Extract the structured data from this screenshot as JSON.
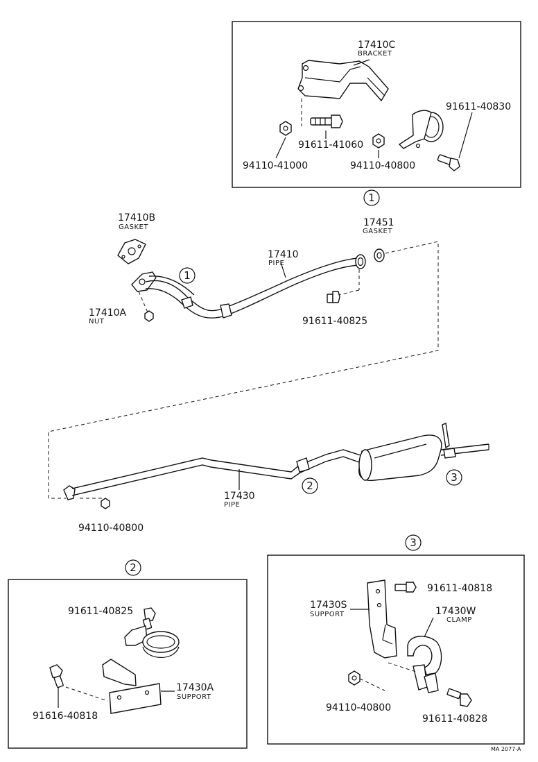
{
  "labels": {
    "p17410C": {
      "num": "17410C",
      "name": "BRACKET"
    },
    "p91611_40830": {
      "num": "91611-40830"
    },
    "p91611_41060": {
      "num": "91611-41060"
    },
    "p94110_41000": {
      "num": "94110-41000"
    },
    "p94110_40800_top": {
      "num": "94110-40800"
    },
    "p17410B": {
      "num": "17410B",
      "name": "GASKET"
    },
    "p17451": {
      "num": "17451",
      "name": "GASKET"
    },
    "p17410": {
      "num": "17410",
      "name": "PIPE"
    },
    "p17410A": {
      "num": "17410A",
      "name": "NUT"
    },
    "p91611_40825_mid": {
      "num": "91611-40825"
    },
    "p17430": {
      "num": "17430",
      "name": "PIPE"
    },
    "p94110_40800_mid": {
      "num": "94110-40800"
    },
    "p91611_40825_box2": {
      "num": "91611-40825"
    },
    "p17430A": {
      "num": "17430A",
      "name": "SUPPORT"
    },
    "p91616_40818": {
      "num": "91616-40818"
    },
    "p91611_40818": {
      "num": "91611-40818"
    },
    "p17430S": {
      "num": "17430S",
      "name": "SUPPORT"
    },
    "p17430W": {
      "num": "17430W",
      "name": "CLAMP"
    },
    "p94110_40800_box3": {
      "num": "94110-40800"
    },
    "p91611_40828": {
      "num": "91611-40828"
    }
  },
  "refs": {
    "r1_box": "1",
    "r1_pipe": "1",
    "r2_pipe": "2",
    "r3_pipe": "3",
    "r2_box": "2",
    "r3_box": "3"
  },
  "footer": {
    "code": "MA 2077-A"
  }
}
